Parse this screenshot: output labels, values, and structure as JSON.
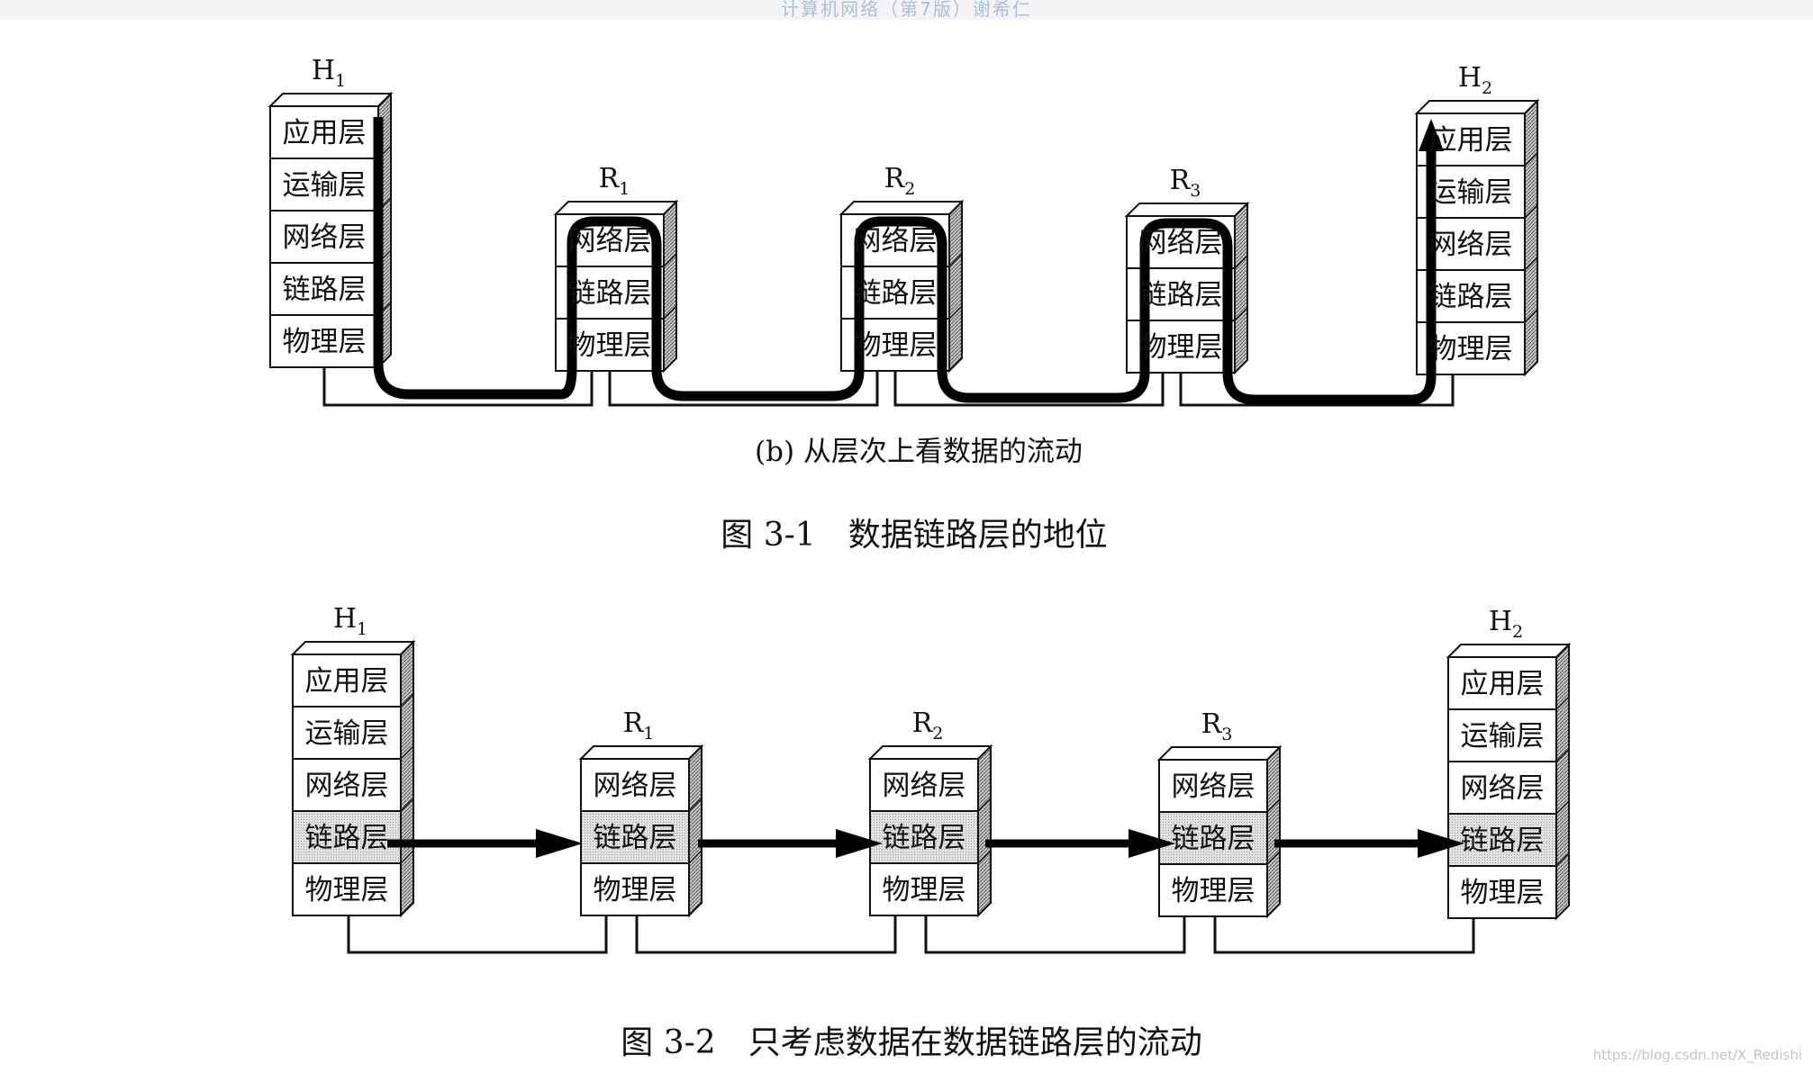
{
  "header": {
    "title": "计算机网络（第7版）谢希仁"
  },
  "layers": {
    "application": "应用层",
    "transport": "运输层",
    "network": "网络层",
    "link": "链路层",
    "physical": "物理层"
  },
  "figure_1": {
    "nodes": [
      {
        "name": "H",
        "sub": "1"
      },
      {
        "name": "R",
        "sub": "1"
      },
      {
        "name": "R",
        "sub": "2"
      },
      {
        "name": "R",
        "sub": "3"
      },
      {
        "name": "H",
        "sub": "2"
      }
    ],
    "subcaption": "(b) 从层次上看数据的流动",
    "caption": "图 3-1　数据链路层的地位"
  },
  "figure_2": {
    "nodes": [
      {
        "name": "H",
        "sub": "1"
      },
      {
        "name": "R",
        "sub": "1"
      },
      {
        "name": "R",
        "sub": "2"
      },
      {
        "name": "R",
        "sub": "3"
      },
      {
        "name": "H",
        "sub": "2"
      }
    ],
    "caption": "图 3-2　只考虑数据在数据链路层的流动"
  },
  "colors": {
    "line": "#111111",
    "flow": "#000000",
    "highlight": "#d9d9d9"
  },
  "watermark": "https://blog.csdn.net/X_Redishi"
}
